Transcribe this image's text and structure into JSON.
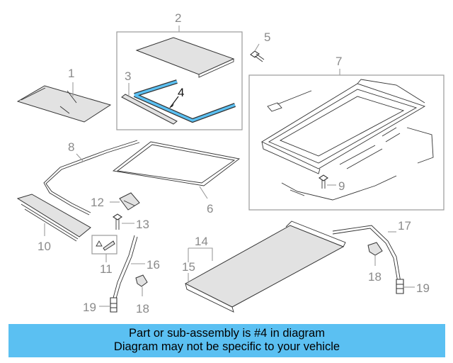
{
  "callouts": {
    "c1": "1",
    "c2": "2",
    "c3": "3",
    "c4": "4",
    "c5": "5",
    "c6": "6",
    "c7": "7",
    "c8": "8",
    "c9": "9",
    "c10": "10",
    "c11": "11",
    "c12": "12",
    "c13": "13",
    "c14": "14",
    "c15": "15",
    "c16": "16",
    "c17": "17",
    "c18a": "18",
    "c18b": "18",
    "c19a": "19",
    "c19b": "19"
  },
  "highlight": {
    "part_number": "4",
    "color": "#5bc0f2"
  },
  "banner": {
    "line1": "Part or sub-assembly is #4 in diagram",
    "line2": "Diagram may not be specific to your vehicle",
    "background": "#5bc0f2"
  }
}
